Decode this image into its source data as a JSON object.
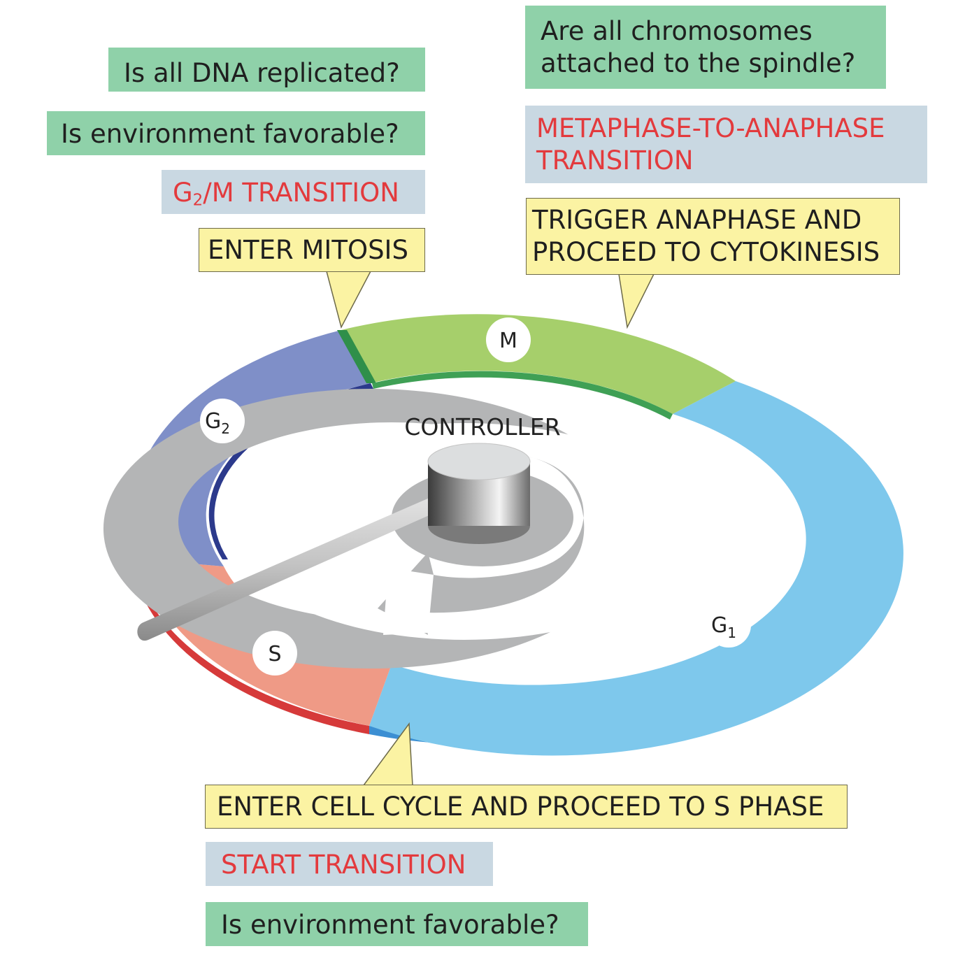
{
  "questions": {
    "dna_replicated": "Is all DNA replicated?",
    "environment_g2m": "Is environment favorable?",
    "chromosomes_attached": "Are all chromosomes attached to the spindle?",
    "environment_start": "Is environment favorable?"
  },
  "transitions": {
    "g2m_prefix": "G",
    "g2m_sub": "2",
    "g2m_suffix": "/M TRANSITION",
    "metaphase_anaphase": "METAPHASE-TO-ANAPHASE TRANSITION",
    "start": "START TRANSITION"
  },
  "actions": {
    "enter_mitosis": "ENTER MITOSIS",
    "trigger_anaphase": "TRIGGER ANAPHASE AND PROCEED TO CYTOKINESIS",
    "enter_cell_cycle": "ENTER CELL CYCLE AND PROCEED TO S PHASE"
  },
  "diagram": {
    "controller_label": "CONTROLLER",
    "phases": {
      "m": "M",
      "g2_main": "G",
      "g2_sub": "2",
      "g1_main": "G",
      "g1_sub": "1",
      "s": "S"
    }
  },
  "colors": {
    "m_phase": "#a6cf6b",
    "g1_phase": "#7ec8ec",
    "g2_phase": "#7f8fc8",
    "s_phase": "#ef9a86",
    "question_box": "#8fd1a9",
    "transition_box": "#c9d8e2",
    "transition_text": "#e33a3d",
    "action_box": "#fbf3a3",
    "controller_track": "#b4b5b6"
  }
}
